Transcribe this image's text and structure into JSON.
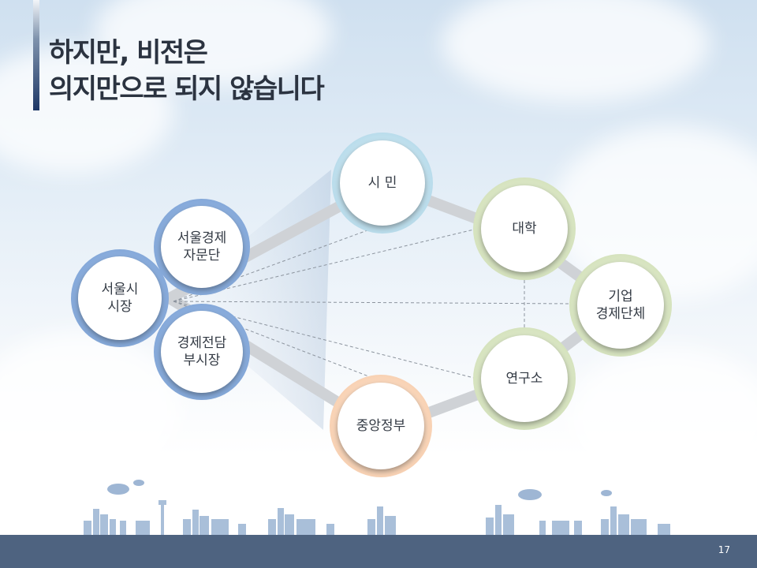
{
  "title": {
    "line1": "하지만, 비전은",
    "line2": "의지만으로 되지 않습니다"
  },
  "nodes": {
    "mayor": "서울시\n시장",
    "advisory": "서울경제\n자문단",
    "deputy": "경제전담\n부시장",
    "citizens": "시 민",
    "government": "중앙정부",
    "university": "대학",
    "institute": "연구소",
    "business": "기업\n경제단체"
  },
  "colors": {
    "blue_ring": "#7fa3d6",
    "cyan_ring": "#a9d3e6",
    "orange_ring": "#f5c9a6",
    "green_ring": "#cfddb4",
    "footer": "#4e6380"
  },
  "footer": {
    "page_number": "17"
  }
}
